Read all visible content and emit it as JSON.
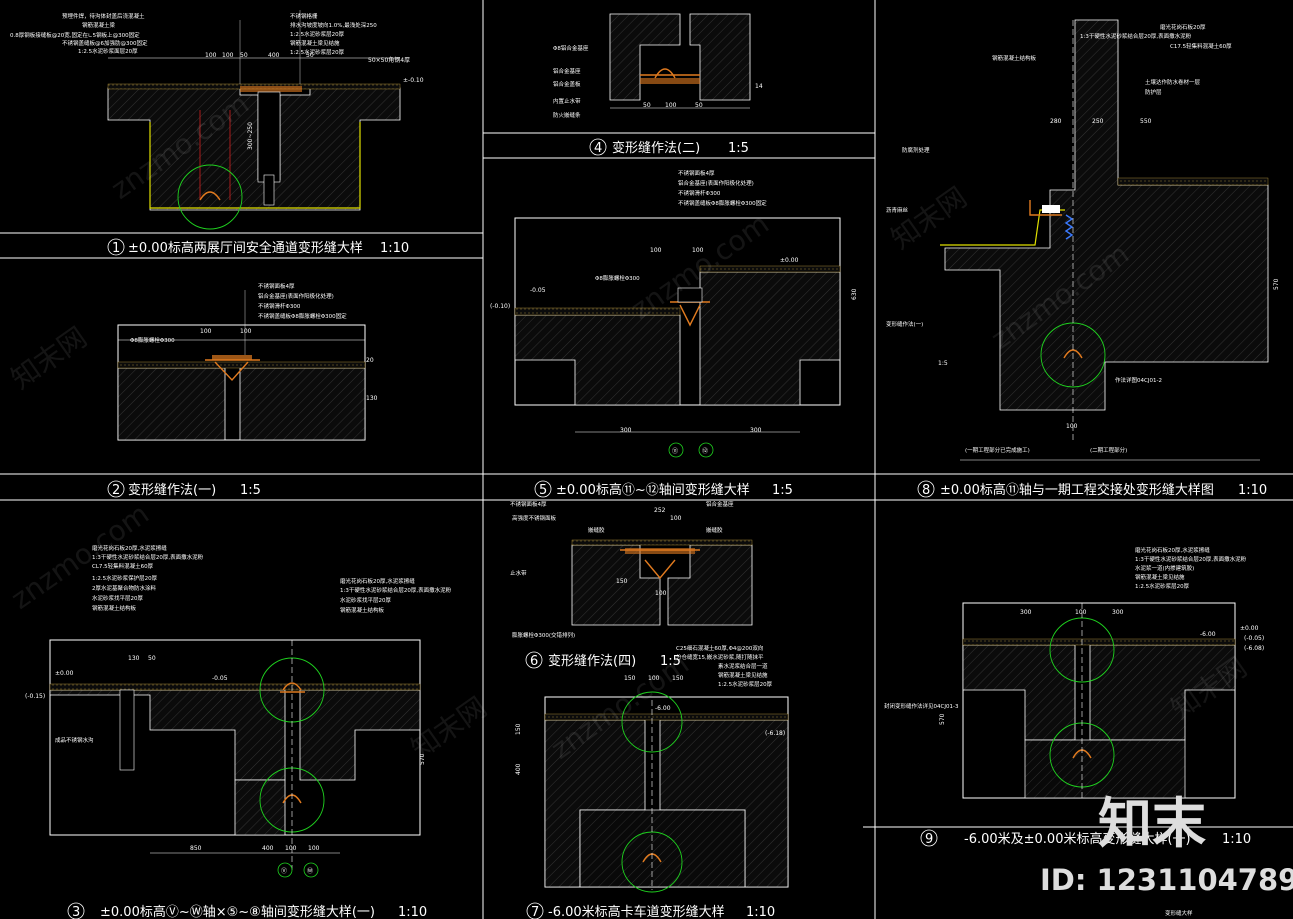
{
  "panels": {
    "p1": {
      "num": "1",
      "title": "±0.00标高两展厅间安全通道变形缝大样",
      "scale": "1:10",
      "notes": [
        "预埋件焊，待沟体封盖后浇混凝土",
        "0.8厚钢板接缝板@20宽,固定在∟5钢板上@300固定",
        "不锈钢盖缝板@6加强肋@300固定",
        "1:2.5水泥砂浆面层20厚",
        "钢筋混凝土梁",
        "不锈钢格栅",
        "排水沟坡度坡向1.0%,最浅处深250",
        "1:2.5水泥砂浆层20厚",
        "钢筋混凝土梁见结施",
        "1:2.5水泥砂浆层20厚"
      ],
      "dims": [
        "100",
        "100",
        "50",
        "400",
        "50",
        "50×50角钢4厚",
        "±-0.10",
        "300~250"
      ]
    },
    "p2": {
      "num": "2",
      "title": "变形缝作法(一)",
      "scale": "1:5",
      "notes": [
        "不锈钢面板4厚",
        "铝合金基座(表面作阳极化处理)",
        "不锈钢滑杆Φ300",
        "不锈钢盖缝板Φ8膨胀螺栓Φ300固定",
        "Φ8膨胀螺栓Φ300"
      ],
      "dims": [
        "100",
        "100",
        "20",
        "130"
      ]
    },
    "p4": {
      "num": "4",
      "title": "变形缝作法(二)",
      "scale": "1:5",
      "notes": [
        "Φ8铝合金基座",
        "铝合金基座",
        "铝合金盖板",
        "内置止水带",
        "防火嵌缝条"
      ],
      "dims": [
        "50",
        "100",
        "50",
        "14"
      ]
    },
    "p5": {
      "num": "5",
      "title": "±0.00标高⑪~⑫轴间变形缝大样",
      "scale": "1:5",
      "notes": [
        "不锈钢面板4厚",
        "铝合金基座(表面作阳极化处理)",
        "不锈钢滑杆Φ300",
        "不锈钢盖缝板Φ8膨胀螺栓Φ300固定",
        "Φ8膨胀螺栓Φ300"
      ],
      "dims": [
        "100",
        "100",
        "300",
        "300",
        "±0.00",
        "-0.05",
        "(-0.10)",
        "630"
      ],
      "axes": [
        "⑪",
        "⑫"
      ]
    },
    "p6": {
      "num": "6",
      "title": "变形缝作法(四)",
      "scale": "1:5",
      "notes": [
        "不锈钢面板4厚",
        "高强度不锈钢面板",
        "止水带",
        "嵌缝胶",
        "嵌缝胶",
        "铝合金基座",
        "膨胀螺栓Φ300(交错排列)"
      ],
      "dims": [
        "252",
        "150",
        "100",
        "100"
      ]
    },
    "p7": {
      "num": "7",
      "title": "-6.00米标高卡车道变形缝大样",
      "scale": "1:10",
      "notes": [
        "C25细石混凝土60厚,Φ4@200双向",
        "分仓缝宽15,嵌水泥砂浆,随打随抹平",
        "素水泥浆结合层一道",
        "钢筋混凝土梁见结施",
        "1:2.5水泥砂浆层20厚"
      ],
      "dims": [
        "150",
        "100",
        "150",
        "150",
        "400",
        "-6.00",
        "(-6.18)"
      ]
    },
    "p8": {
      "num": "8",
      "title": "±0.00标高⑪轴与一期工程交接处变形缝大样图",
      "scale": "1:10",
      "notes": [
        "磨光花岗石板20厚",
        "1:3干硬性水泥砂浆结合层20厚,表面撒水泥粉",
        "C17.5轻集料混凝土60厚",
        "钢筋混凝土结构板",
        "土壤达作防水卷材一层",
        "防护层",
        "防腐剂处理",
        "沥青麻丝",
        "变形缝作法(一)",
        "作法详图04CJ01-2"
      ],
      "dims": [
        "280",
        "250",
        "550",
        "1:5",
        "570",
        "100"
      ],
      "captions": [
        "(一期工程部分已完成施工)",
        "(二期工程部分)"
      ]
    },
    "p3": {
      "num": "3",
      "title": "±0.00标高Ⓥ~Ⓦ轴×⑤~⑧轴间变形缝大样(一)",
      "scale": "1:10",
      "notes": [
        "磨光花岗石板20厚,水泥浆擦缝",
        "1:3干硬性水泥砂浆结合层20厚,表面撒水泥粉",
        "CL7.5轻集料混凝土60厚",
        "1:2.5水泥砂浆保护层20厚",
        "2厚水泥基聚合物防水涂料",
        "水泥砂浆找平层20厚",
        "钢筋混凝土结构板",
        "成品不锈钢水沟"
      ],
      "dims": [
        "130",
        "50",
        "±0.00",
        "(-0.15)",
        "-0.05",
        "850",
        "400",
        "100",
        "100",
        "570"
      ],
      "axes": [
        "Ⓥ",
        "Ⓦ"
      ]
    },
    "p9": {
      "num": "9",
      "title": "-6.00米及±0.00米标高变形缝大样(一)",
      "scale": "1:10",
      "notes": [
        "磨光花岗石板20厚,水泥浆擦缝",
        "1:3干硬性水泥砂浆结合层20厚,表面撒水泥粉",
        "水泥浆一道(内掺建筑胶)",
        "钢筋混凝土梁见结施",
        "1:2.5水泥砂浆层20厚",
        "封闭变形缝作法详见04CJ01-3"
      ],
      "dims": [
        "300",
        "100",
        "300",
        "±0.00",
        "-6.00",
        "(-0.05)",
        "(-6.08)",
        "570"
      ],
      "sheet_caption": "变形缝大样"
    }
  },
  "watermark": {
    "site": "znzmo.com",
    "cn": "知末网"
  },
  "brand": {
    "logo": "知末",
    "id_label": "ID: 1231104789"
  },
  "colors": {
    "bg": "#000000",
    "concrete": "#e0e0e0",
    "outline_green": "#1fd11f",
    "yellow": "#e0e000",
    "red": "#d02020",
    "orange": "#e07a1f"
  }
}
